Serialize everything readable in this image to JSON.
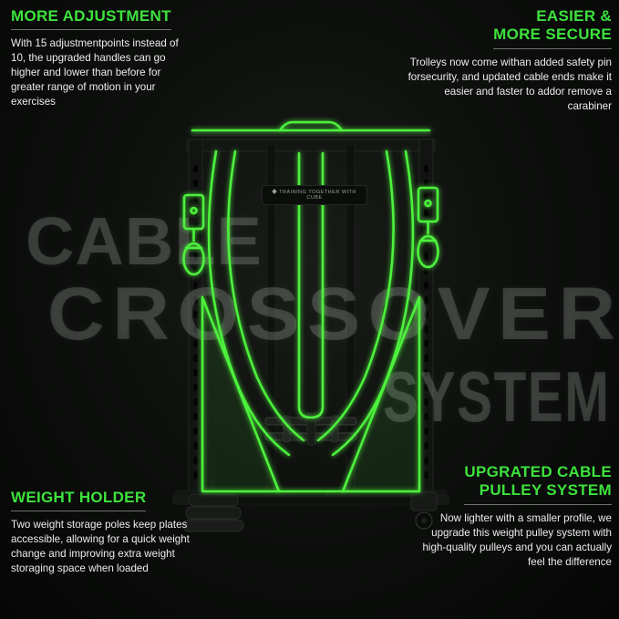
{
  "colors": {
    "accent_green": "#3de23d",
    "cable_glow_green": "#4df13c",
    "background": "#0e100e",
    "ghost_text": "#dee4de"
  },
  "ghost_title": {
    "line1": "CABLE",
    "line2": "CROSSOVER",
    "line3": "SYSTEM"
  },
  "brand": {
    "logo_text": "TRAINING TOGETHER WITH CUBE"
  },
  "callouts": {
    "top_left": {
      "heading": "MORE ADJUSTMENT",
      "body": "With 15 adjustmentpoints instead of 10, the upgraded handles can go higher and lower than before for greater range of motion in your exercises"
    },
    "top_right": {
      "heading": "EASIER & MORE SECURE",
      "body": "Trolleys now come withan added safety pin forsecurity, and updated cable ends make it easier and faster to addor remove a carabiner"
    },
    "bottom_left": {
      "heading": "WEIGHT HOLDER",
      "body": "Two weight storage poles keep plates accessible, allowing for a quick weight change and improving extra weight storaging space when loaded"
    },
    "bottom_right": {
      "heading": "UPGRATED CABLE PULLEY SYSTEM",
      "body": "Now lighter with a smaller profile, we upgrade this weight pulley system with high-quality pulleys and you can actually feel the difference"
    }
  }
}
